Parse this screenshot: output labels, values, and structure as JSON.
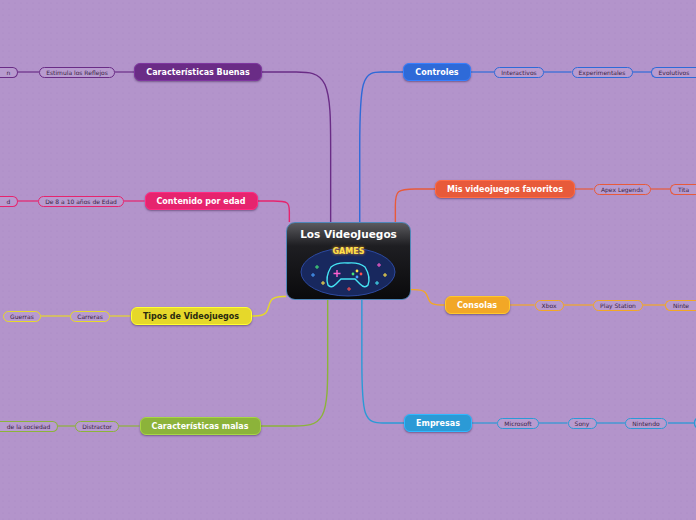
{
  "diagram": {
    "nodes": [
      {
        "text": [
          "Los VideoJuegos",
          "GAMES"
        ]
      },
      {
        "text": [
          "Características Buenas"
        ]
      },
      {
        "text": [
          "Estimula los Reflejos"
        ]
      },
      {
        "text": [
          "n"
        ]
      },
      {
        "text": [
          "Contenido por edad"
        ]
      },
      {
        "text": [
          "De 8 a 10 años de Edad"
        ]
      },
      {
        "text": [
          "d"
        ]
      },
      {
        "text": [
          "Tipos de Videojuegos"
        ]
      },
      {
        "text": [
          "Carreras"
        ]
      },
      {
        "text": [
          "Guerras"
        ]
      },
      {
        "text": [
          "Características malas"
        ]
      },
      {
        "text": [
          "Distractor"
        ]
      },
      {
        "text": [
          "de la sociedad"
        ]
      },
      {
        "text": [
          "Controles"
        ]
      },
      {
        "text": [
          "Interactivos"
        ]
      },
      {
        "text": [
          "Experimentales"
        ]
      },
      {
        "text": [
          "Evolutivos"
        ]
      },
      {
        "text": [
          "Mis videojuegos favoritos"
        ]
      },
      {
        "text": [
          "Apex Legends"
        ]
      },
      {
        "text": [
          "Tita"
        ]
      },
      {
        "text": [
          "Consolas"
        ]
      },
      {
        "text": [
          "Xbox"
        ]
      },
      {
        "text": [
          "Play Station"
        ]
      },
      {
        "text": [
          "Ninte"
        ]
      },
      {
        "text": [
          "Empresas"
        ]
      },
      {
        "text": [
          "Microsoft"
        ]
      },
      {
        "text": [
          "Sony"
        ]
      },
      {
        "text": [
          "Nintendo"
        ]
      }
    ],
    "edges": [
      {
        "from": 0,
        "to": 1,
        "arrow": "none"
      },
      {
        "from": 1,
        "to": 2,
        "arrow": "none"
      },
      {
        "from": 2,
        "to": 3,
        "arrow": "none"
      },
      {
        "from": 0,
        "to": 4,
        "arrow": "none"
      },
      {
        "from": 4,
        "to": 5,
        "arrow": "none"
      },
      {
        "from": 5,
        "to": 6,
        "arrow": "none"
      },
      {
        "from": 0,
        "to": 7,
        "arrow": "none"
      },
      {
        "from": 7,
        "to": 8,
        "arrow": "none"
      },
      {
        "from": 8,
        "to": 9,
        "arrow": "none"
      },
      {
        "from": 0,
        "to": 10,
        "arrow": "none"
      },
      {
        "from": 10,
        "to": 11,
        "arrow": "none"
      },
      {
        "from": 11,
        "to": 12,
        "arrow": "none"
      },
      {
        "from": 0,
        "to": 13,
        "arrow": "none"
      },
      {
        "from": 13,
        "to": 14,
        "arrow": "none"
      },
      {
        "from": 14,
        "to": 15,
        "arrow": "none"
      },
      {
        "from": 15,
        "to": 16,
        "arrow": "none"
      },
      {
        "from": 0,
        "to": 17,
        "arrow": "none"
      },
      {
        "from": 17,
        "to": 18,
        "arrow": "none"
      },
      {
        "from": 18,
        "to": 19,
        "arrow": "none"
      },
      {
        "from": 0,
        "to": 20,
        "arrow": "none"
      },
      {
        "from": 20,
        "to": 21,
        "arrow": "none"
      },
      {
        "from": 21,
        "to": 22,
        "arrow": "none"
      },
      {
        "from": 22,
        "to": 23,
        "arrow": "none"
      },
      {
        "from": 0,
        "to": 24,
        "arrow": "none"
      },
      {
        "from": 24,
        "to": 25,
        "arrow": "none"
      },
      {
        "from": 25,
        "to": 26,
        "arrow": "none"
      },
      {
        "from": 26,
        "to": 27,
        "arrow": "none"
      }
    ]
  }
}
